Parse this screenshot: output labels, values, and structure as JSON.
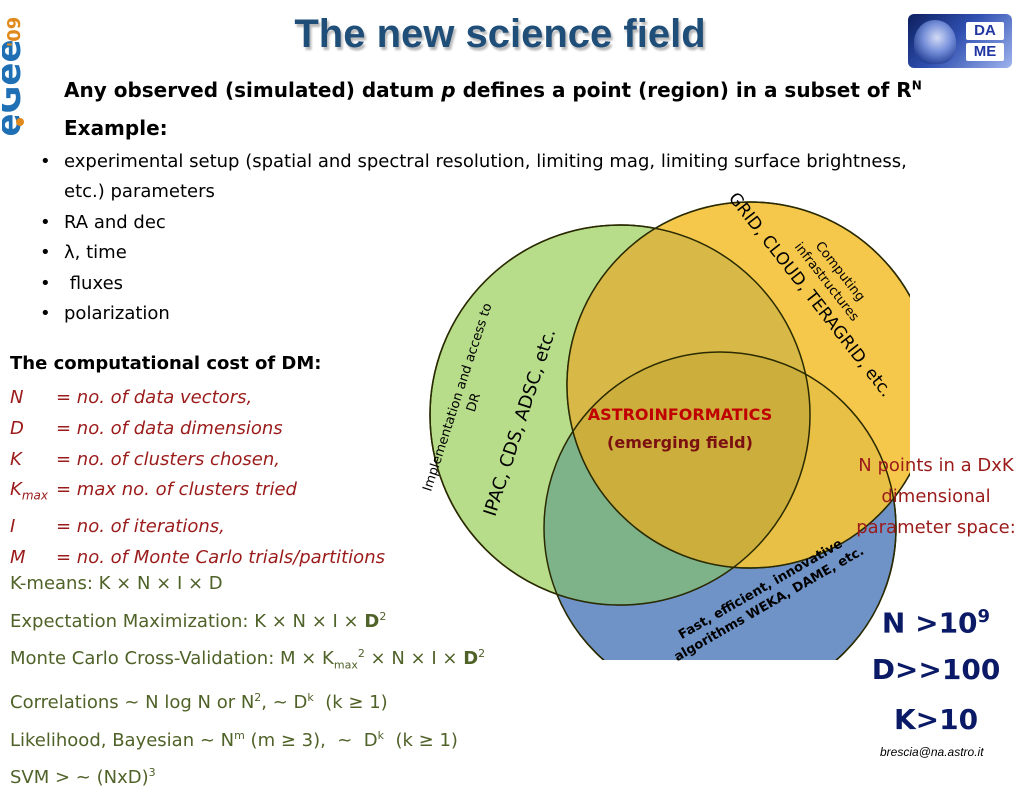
{
  "slide": {
    "title": "The new science field",
    "logo_left_text": "EGEE'09",
    "logo_right_line1": "DA",
    "logo_right_line2": "ME",
    "intro_prefix": "Any observed (simulated) datum ",
    "intro_var": "p",
    "intro_suffix": "  defines a point (region) in a subset of R",
    "intro_sup": "N",
    "example_label": "Example:",
    "bullets": [
      "experimental setup (spatial and spectral resolution, limiting mag, limiting surface brightness, etc.) parameters",
      "RA and dec",
      "λ, time",
      " fluxes",
      "polarization"
    ],
    "bullet_marker": "•",
    "cost_title": "The computational cost of DM:",
    "definitions": [
      {
        "sym": "N",
        "sub": "",
        "text": "=  no. of data vectors,"
      },
      {
        "sym": "D",
        "sub": "",
        "text": "=  no. of data dimensions"
      },
      {
        "sym": "K",
        "sub": "",
        "text": "=  no. of clusters chosen,"
      },
      {
        "sym": "K",
        "sub": "max",
        "text": "=  max no. of clusters tried"
      },
      {
        "sym": "I",
        "sub": "",
        "text": "=  no. of iterations,"
      },
      {
        "sym": "M",
        "sub": "",
        "text": "=  no. of Monte Carlo trials/partitions"
      }
    ],
    "algorithms": {
      "kmeans": "K-means:   K × N × I × D",
      "em_prefix": "Expectation Maximization:   K × N × I × ",
      "em_bold": "D",
      "em_sup": "2",
      "mc_prefix": "Monte Carlo Cross-Validation:  M × K",
      "mc_sub": "max",
      "mc_sup": "2",
      "mc_mid": " × N × I × ",
      "mc_bold": "D",
      "mc_sup2": "2",
      "corr_1": "Correlations ~  N log N or N",
      "corr_sup1": "2",
      "corr_2": ",  ~ D",
      "corr_sup2": "k",
      "corr_3": "  (k ≥ 1)",
      "lik_1": "Likelihood, Bayesian ~ N",
      "lik_sup1": "m",
      "lik_2": " (m ≥ 3),  ~  D",
      "lik_sup2": "k",
      "lik_3": "  (k ≥ 1)",
      "svm": "SVM > ~ (NxD)",
      "svm_sup": "3"
    },
    "venn": {
      "center_line1": "ASTROINFORMATICS",
      "center_line2": "(emerging field)",
      "green_small": "Implementation and access to DR",
      "green_big": "IPAC, CDS, ADSC, etc.",
      "yellow_small": "Computing infrastructures",
      "yellow_big": "GRID, CLOUD, TERAGRID, etc.",
      "blue_text": "Fast, efficient, innovative algorithms WEKA, DAME, etc.",
      "colors": {
        "green": "#b7dc8a",
        "yellow": "#f5c84b",
        "blue": "#6f93c7",
        "overlap_yellow": "#d8b947",
        "overlap_blue_green": "#7eb38a",
        "overlap_center": "#c9ad3d",
        "outline": "#2a2a00"
      }
    },
    "np": {
      "text_1": "N points in a DxK dimensional parameter space:",
      "n_label": "N >10",
      "n_sup": "9",
      "d_label": "D>>100",
      "k_label": "K>10"
    },
    "email": "brescia@na.astro.it"
  }
}
